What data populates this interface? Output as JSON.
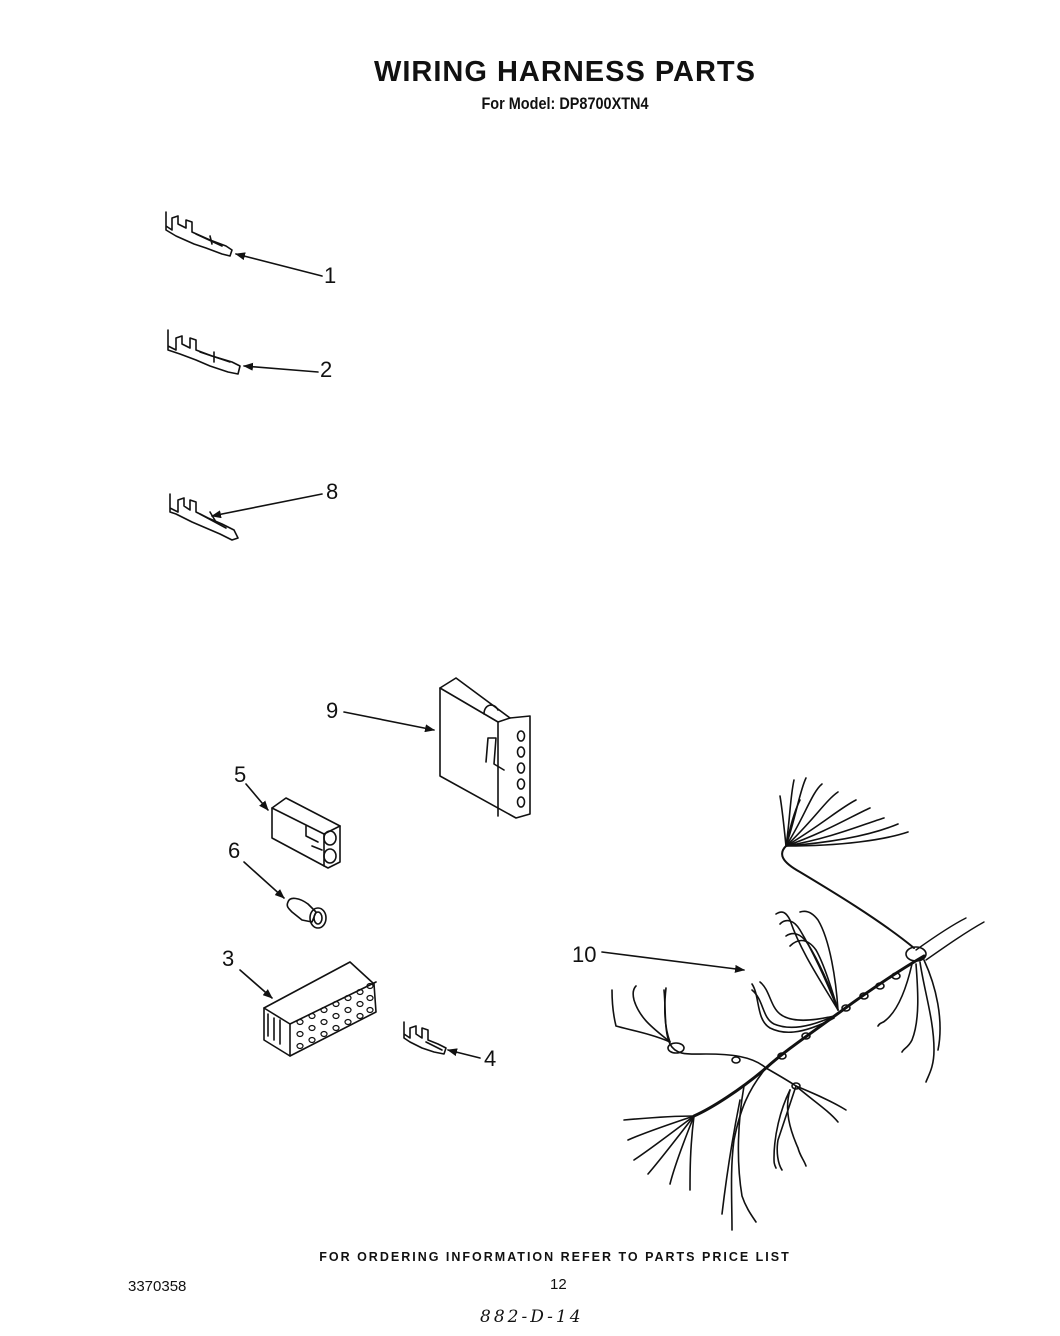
{
  "header": {
    "title": "WIRING HARNESS PARTS",
    "model_label": "For Model:",
    "model_number": "DP8700XTN4"
  },
  "callouts": {
    "part_1": "1",
    "part_2": "2",
    "part_8": "8",
    "part_9": "9",
    "part_5": "5",
    "part_6": "6",
    "part_3": "3",
    "part_4": "4",
    "part_10": "10"
  },
  "footer": {
    "ordering_note": "FOR ORDERING INFORMATION REFER TO PARTS PRICE LIST",
    "document_number": "3370358",
    "page_number": "12",
    "handwritten_code": "882-D-14"
  }
}
